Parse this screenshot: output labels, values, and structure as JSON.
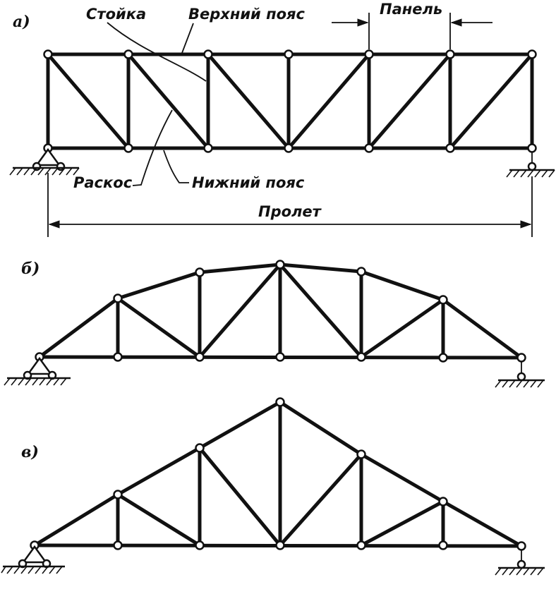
{
  "diagram": {
    "panel_a": {
      "tag": "а)",
      "labels": {
        "post": "Стойка",
        "top_chord": "Верхний пояс",
        "panel": "Панель",
        "diagonal": "Раскос",
        "bottom_chord": "Нижний пояс",
        "span": "Пролет"
      }
    },
    "panel_b": {
      "tag": "б)"
    },
    "panel_c": {
      "tag": "в)"
    }
  }
}
